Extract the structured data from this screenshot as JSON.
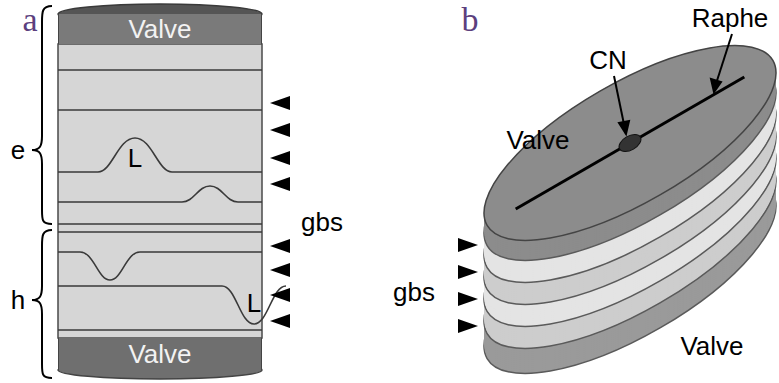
{
  "diagram": {
    "nodes": [
      {
        "text": [
          "Valve"
        ]
      },
      {
        "text": [
          "Valve"
        ]
      }
    ],
    "labels": [
      "a",
      "b",
      "e",
      "L",
      "gbs",
      "h",
      "L",
      "Raphe",
      "CN",
      "Valve",
      "gbs",
      "Valve"
    ]
  }
}
